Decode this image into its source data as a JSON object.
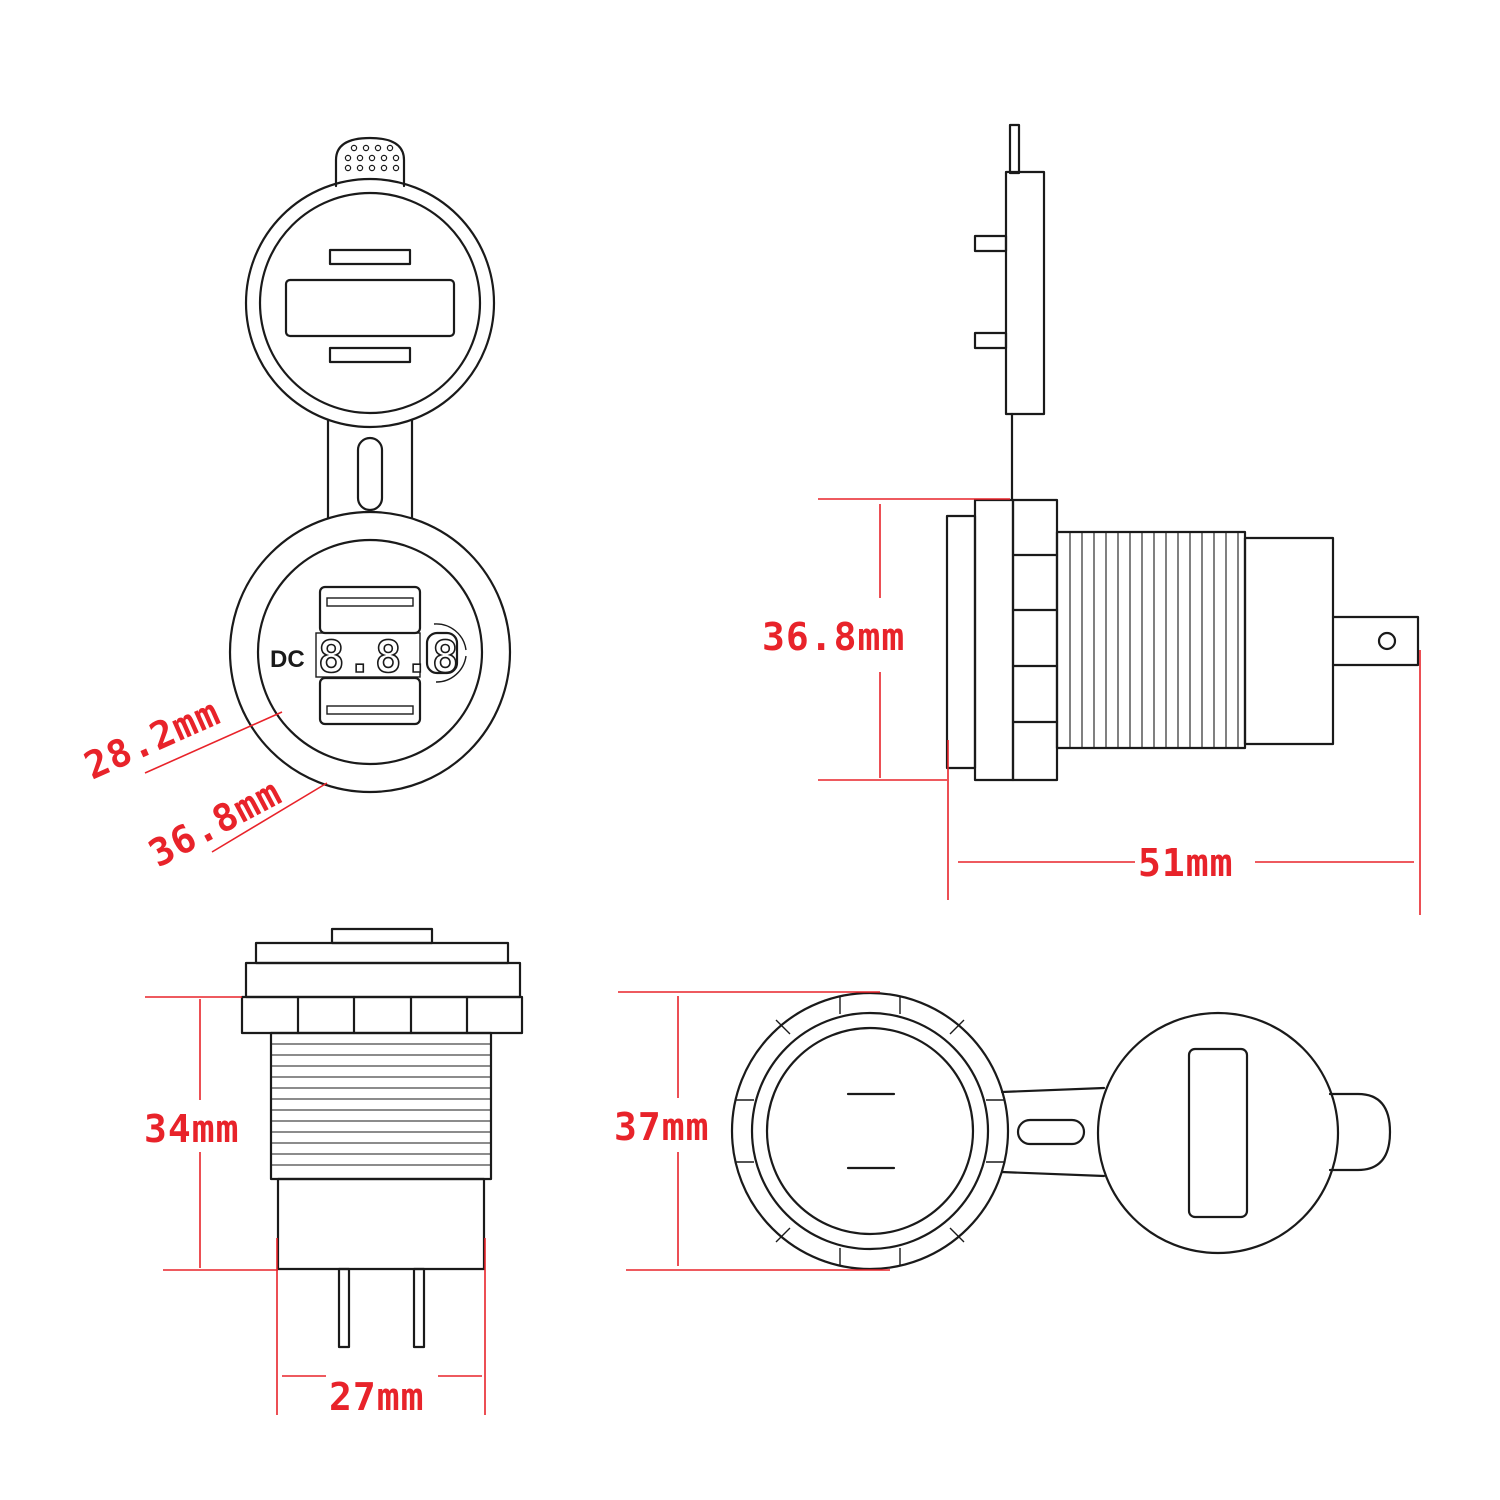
{
  "front_view": {
    "display_prefix": "DC",
    "display_readout": "8.8.8",
    "dimensions": {
      "inner_diameter": "28.2mm",
      "outer_diameter": "36.8mm"
    }
  },
  "side_view": {
    "dimensions": {
      "flange_height": "36.8mm",
      "overall_length": "51mm"
    }
  },
  "bottom_view": {
    "dimensions": {
      "body_height": "34mm",
      "body_width": "27mm"
    }
  },
  "top_view": {
    "dimensions": {
      "cap_height": "37mm"
    }
  },
  "colors": {
    "outline": "#1a1a1a",
    "dimension": "#e8232a",
    "background": "#ffffff"
  }
}
